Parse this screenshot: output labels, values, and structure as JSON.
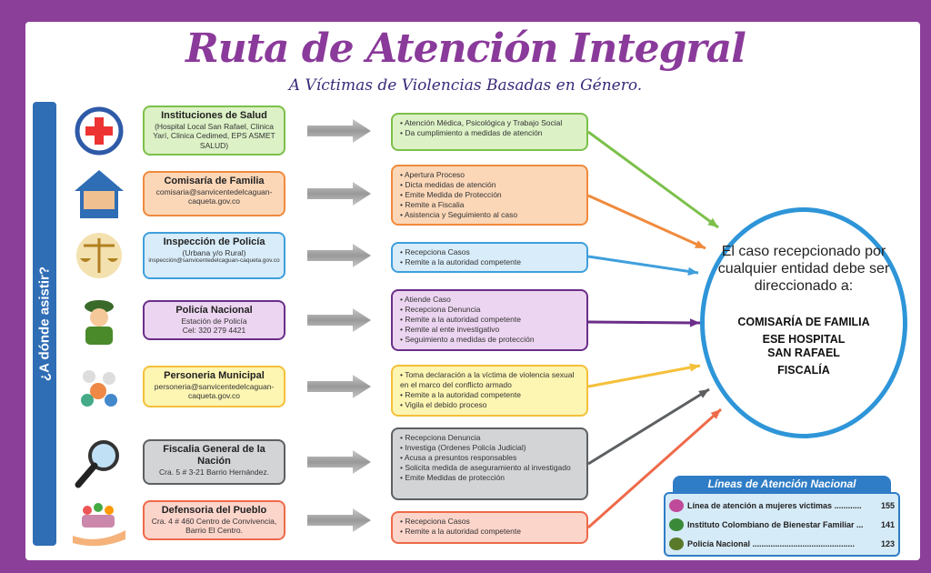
{
  "title": "Ruta de Atención Integral",
  "subtitle": "A Víctimas de Violencias Basadas en Género.",
  "sidebar": "¿A dónde asistir?",
  "rows": [
    {
      "name": "Instituciones de Salud",
      "detail": "(Hospital Local San Rafael, Clinica Yarí, Clinica Cedimed, EPS ASMET SALUD)",
      "icon": "red-cross-icon",
      "actions": [
        "Atención Médica, Psicológica y Trabajo Social",
        "Da cumplimiento a medidas de atención"
      ],
      "color": "#7cc04a",
      "bg": "#dcf1c6"
    },
    {
      "name": "Comisaría de Familia",
      "detail": "comisaria@sanvicentedelcaguan-caqueta.gov.co",
      "icon": "family-house-icon",
      "actions": [
        "Apertura Proceso",
        "Dicta medidas de atención",
        "Emite Medida de Protección",
        "Remite a Fiscalia",
        "Asistencia y Seguimiento al caso"
      ],
      "color": "#f08a3c",
      "bg": "#fbd7b8"
    },
    {
      "name": "Inspección de Policía",
      "detail": "(Urbana y/o Rural)",
      "email": "inspección@sanvicentedelcaguan-caqueta.gov.co",
      "icon": "scales-icon",
      "actions": [
        "Recepciona Casos",
        "Remite a la autoridad competente"
      ],
      "color": "#3f9fdc",
      "bg": "#d8ecf9"
    },
    {
      "name": "Policía Nacional",
      "detail": "Estación de Policía",
      "phone": "Cel: 320 279 4421",
      "icon": "police-officer-icon",
      "actions": [
        "Atiende Caso",
        "Recepciona Denuncia",
        "Remite a la autoridad competente",
        "Remite al ente investigativo",
        "Seguimiento a medidas de protección"
      ],
      "color": "#6a2f8a",
      "bg": "#ecd5f0"
    },
    {
      "name": "Personeria Municipal",
      "detail": "personeria@sanvicentedelcaguan-caqueta.gov.co",
      "icon": "people-gears-icon",
      "actions": [
        "Toma declaración a la víctima de violencia sexual en el marco del conflicto armado",
        "Remite a la autoridad competente",
        "Vigila el debido proceso"
      ],
      "color": "#f5c03a",
      "bg": "#fdf5b2"
    },
    {
      "name": "Fiscalia General de la Nación",
      "detail": "Cra. 5 # 3-21 Barrio Hernández.",
      "icon": "magnifier-icon",
      "actions": [
        "Recepciona Denuncia",
        "Investiga (Ordenes Policía Judicial)",
        "Acusa a presuntos responsables",
        "Solicita medida de aseguramiento al investigado",
        "Emite Medidas de protección"
      ],
      "color": "#5d6062",
      "bg": "#d2d4d6"
    },
    {
      "name": "Defensoria del Pueblo",
      "detail": "Cra. 4 # 460 Centro de Convivencia, Barrio El Centro.",
      "icon": "hands-people-icon",
      "actions": [
        "Recepciona Casos",
        "Remite a la autoridad competente"
      ],
      "color": "#ee6a4a",
      "bg": "#fbd4ca"
    }
  ],
  "destination": {
    "question": "El caso recepcionado por cualquier entidad debe ser direccionado a:",
    "entities": [
      "COMISARÍA DE FAMILIA",
      "ESE HOSPITAL SAN RAFAEL",
      "FISCALÍA"
    ]
  },
  "national_lines": {
    "title": "Líneas de Atención Nacional",
    "items": [
      {
        "label": "Línea de atención a mujeres víctimas ............",
        "number": "155",
        "color": "#c04a9a"
      },
      {
        "label": "Instituto Colombiano de Bienestar Familiar ...",
        "number": "141",
        "color": "#3a8a3a"
      },
      {
        "label": "Policía Nacional .............................................",
        "number": "123",
        "color": "#5a7a2a"
      }
    ]
  }
}
